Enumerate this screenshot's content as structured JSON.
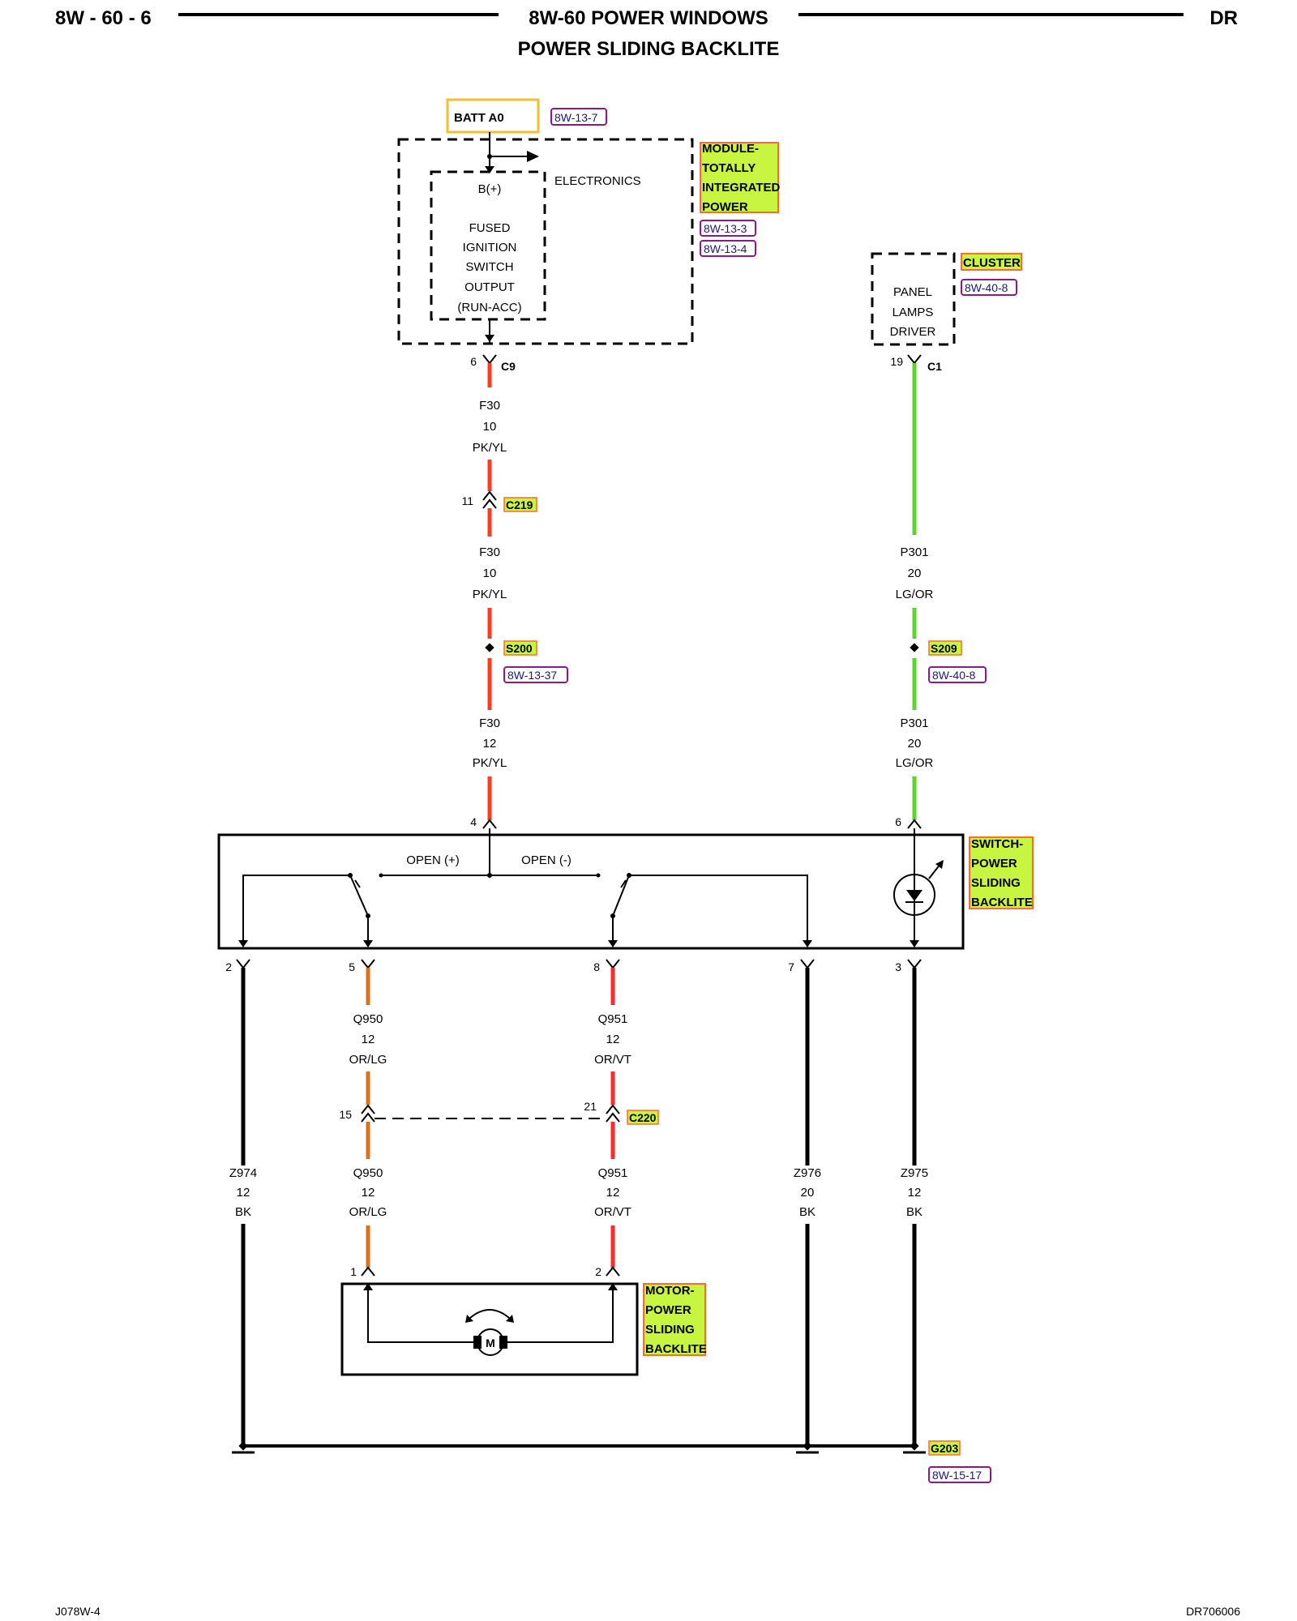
{
  "header": {
    "page_left": "8W - 60 - 6",
    "title": "8W-60 POWER WINDOWS",
    "subtitle": "POWER SLIDING BACKLITE",
    "page_right": "DR"
  },
  "footer": {
    "left": "J078W-4",
    "right": "DR706006"
  },
  "colors": {
    "pk_yl_wire": "#ff3b1f",
    "lg_or_wire": "#5bd42c",
    "or_lg_wire": "#d8731c",
    "or_vt_wire": "#ff2a2a",
    "bk_wire": "#000000",
    "tag_fill": "#c8f540",
    "tag_border": "#ff6a2a",
    "batt_border": "#f0c030",
    "ref_border": "#8a1a8a"
  },
  "batt": {
    "label": "BATT A0",
    "ref": "8W-13-7"
  },
  "tipm": {
    "name_lines": [
      "MODULE-",
      "TOTALLY",
      "INTEGRATED",
      "POWER"
    ],
    "refs": [
      "8W-13-3",
      "8W-13-4"
    ],
    "electronics": "ELECTRONICS",
    "inner_lines": [
      "B(+)",
      "FUSED",
      "IGNITION",
      "SWITCH",
      "OUTPUT",
      "(RUN-ACC)"
    ]
  },
  "cluster": {
    "name": "CLUSTER",
    "ref": "8W-40-8",
    "inner_lines": [
      "PANEL",
      "LAMPS",
      "DRIVER"
    ]
  },
  "left_feed": {
    "c9_pin": "6",
    "c9_label": "C9",
    "wire1": [
      "F30",
      "10",
      "PK/YL"
    ],
    "c219_pin": "11",
    "c219_label": "C219",
    "wire2": [
      "F30",
      "10",
      "PK/YL"
    ],
    "s200_label": "S200",
    "s200_ref": "8W-13-37",
    "wire3": [
      "F30",
      "12",
      "PK/YL"
    ],
    "switch_pin": "4"
  },
  "right_feed": {
    "c1_pin": "19",
    "c1_label": "C1",
    "wire1": [
      "P301",
      "20",
      "LG/OR"
    ],
    "s209_label": "S209",
    "s209_ref": "8W-40-8",
    "wire2": [
      "P301",
      "20",
      "LG/OR"
    ],
    "switch_pin": "6"
  },
  "switch": {
    "name_lines": [
      "SWITCH-",
      "POWER",
      "SLIDING",
      "BACKLITE"
    ],
    "open_plus": "OPEN (+)",
    "open_minus": "OPEN (-)",
    "pins": [
      "2",
      "5",
      "8",
      "7",
      "3"
    ]
  },
  "lower_wires": {
    "q950_upper": [
      "Q950",
      "12",
      "OR/LG"
    ],
    "q951_upper": [
      "Q951",
      "12",
      "OR/VT"
    ],
    "c220_pin_left": "15",
    "c220_pin_right": "21",
    "c220_label": "C220",
    "z974": [
      "Z974",
      "12",
      "BK"
    ],
    "q950_lower": [
      "Q950",
      "12",
      "OR/LG"
    ],
    "q951_lower": [
      "Q951",
      "12",
      "OR/VT"
    ],
    "z976": [
      "Z976",
      "20",
      "BK"
    ],
    "z975": [
      "Z975",
      "12",
      "BK"
    ]
  },
  "motor": {
    "name_lines": [
      "MOTOR-",
      "POWER",
      "SLIDING",
      "BACKLITE"
    ],
    "pin1": "1",
    "pin2": "2",
    "symbol": "M"
  },
  "ground": {
    "label": "G203",
    "ref": "8W-15-17"
  }
}
